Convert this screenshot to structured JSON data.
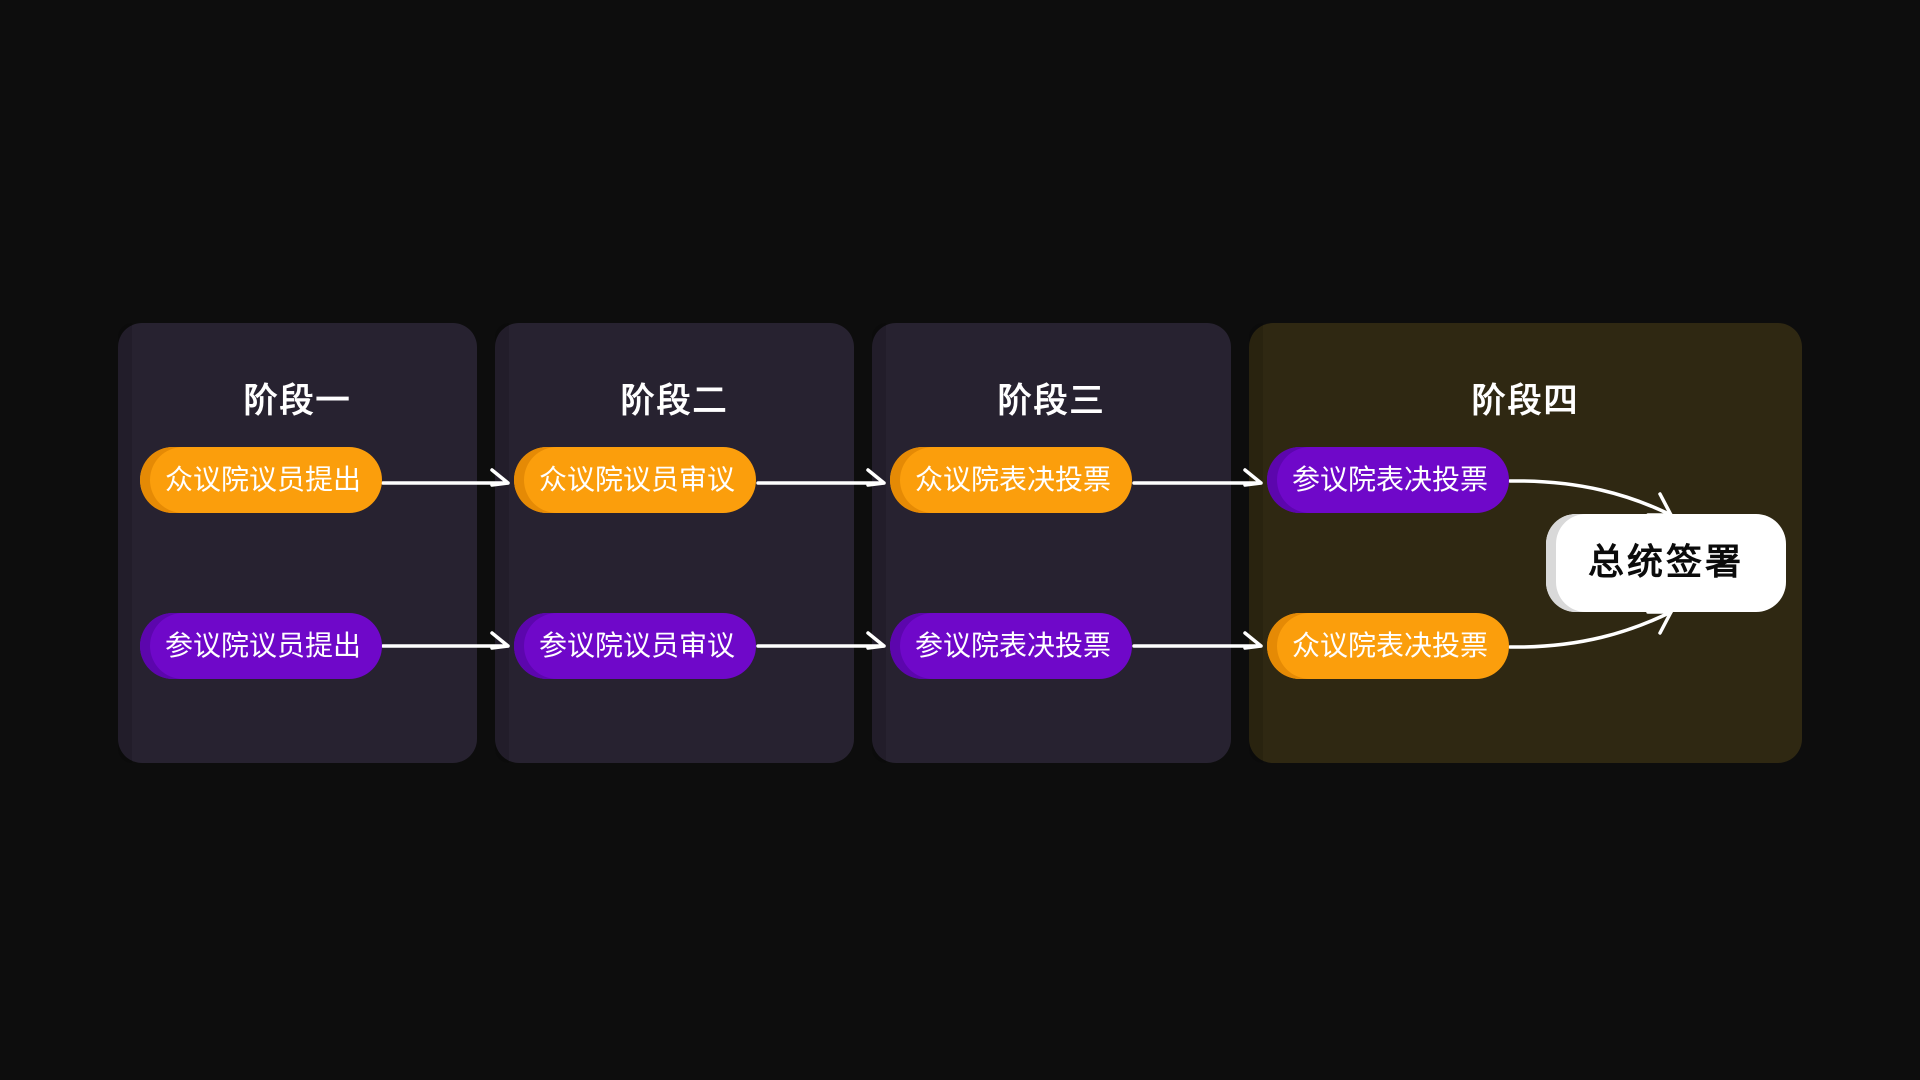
{
  "stages": [
    {
      "title": "阶段一"
    },
    {
      "title": "阶段二"
    },
    {
      "title": "阶段三"
    },
    {
      "title": "阶段四"
    }
  ],
  "flow": {
    "row1": [
      "众议院议员提出",
      "众议院议员审议",
      "众议院表决投票",
      "参议院表决投票"
    ],
    "row2": [
      "参议院议员提出",
      "参议院议员审议",
      "参议院表决投票",
      "众议院表决投票"
    ],
    "final": "总统签署"
  },
  "colors": {
    "background": "#0d0d0d",
    "stage_panel": "#272230",
    "stage_panel_highlight": "#2f2812",
    "orange": "#fb9e0c",
    "purple": "#6f08c9",
    "final_box": "#ffffff"
  }
}
